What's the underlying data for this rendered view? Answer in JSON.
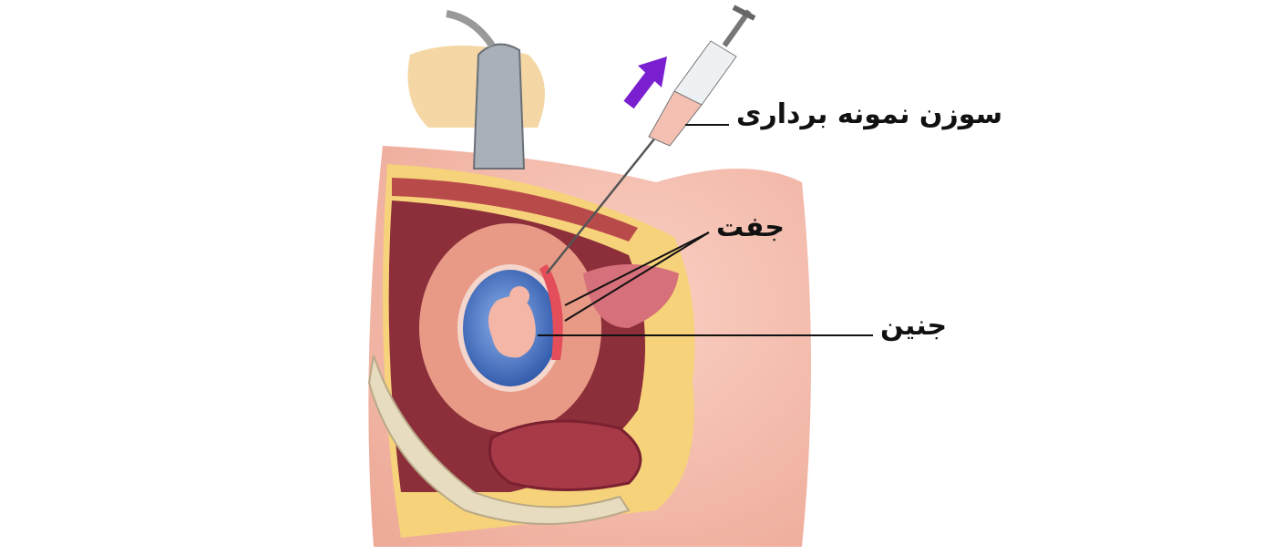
{
  "labels": {
    "needle": "سوزن نمونه برداری",
    "placenta": "جفت",
    "fetus": "جنین"
  },
  "colors": {
    "skin": "#f3b9aa",
    "fat": "#f6d27a",
    "muscle": "#b94a4a",
    "amniotic": "#3f6fc0",
    "arrow": "#7a1fd0"
  }
}
